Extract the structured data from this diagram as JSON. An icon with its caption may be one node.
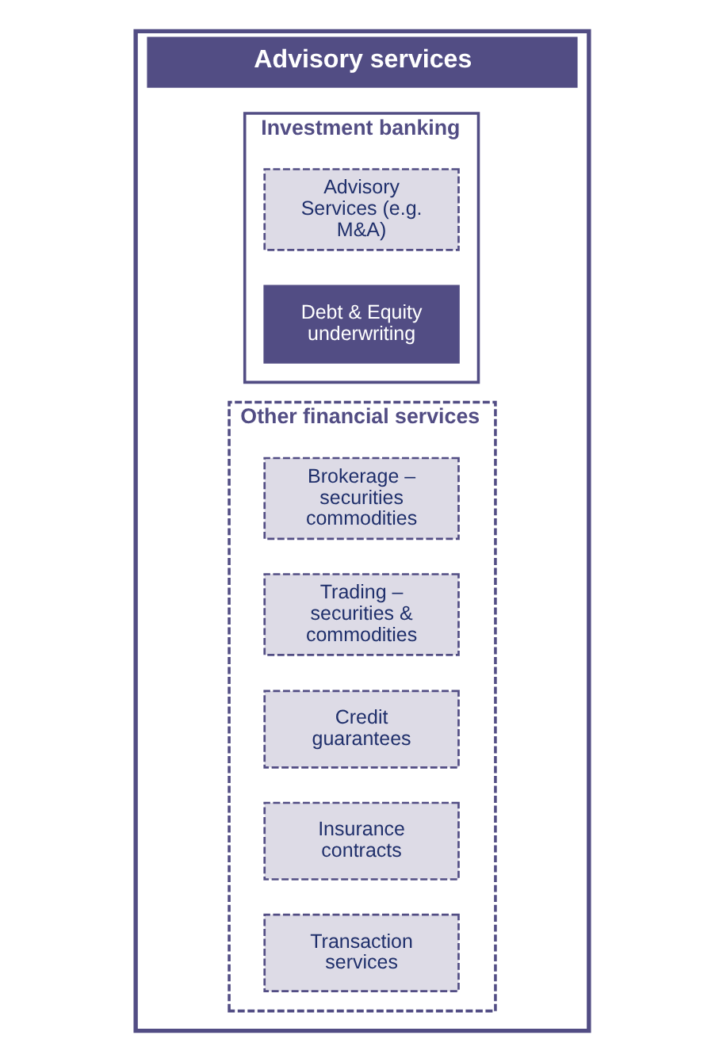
{
  "diagram": {
    "nodes": [
      {
        "text": [
          "Advisory services"
        ]
      },
      {
        "text": [
          "Investment banking"
        ],
        "in": 0
      },
      {
        "text": [
          "Advisory Services (e.g. M&A)"
        ],
        "in": 1
      },
      {
        "text": [
          "Debt & Equity underwriting"
        ],
        "in": 1
      },
      {
        "text": [
          "Other financial services"
        ],
        "in": 0
      },
      {
        "text": [
          "Brokerage – securities commodities"
        ],
        "in": 4
      },
      {
        "text": [
          "Trading – securities & commodities"
        ],
        "in": 4
      },
      {
        "text": [
          "Credit guarantees"
        ],
        "in": 4
      },
      {
        "text": [
          "Insurance contracts"
        ],
        "in": 4
      },
      {
        "text": [
          "Transaction services"
        ],
        "in": 4
      }
    ]
  }
}
